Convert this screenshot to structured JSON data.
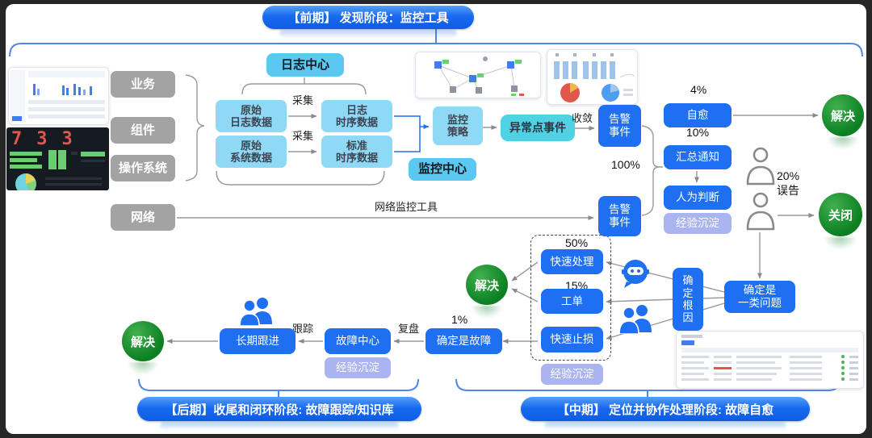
{
  "banners": {
    "top": "【前期】 发现阶段：监控工具",
    "bottom_left": "【后期】收尾和闭环阶段: 故障跟踪/知识库",
    "bottom_right": "【中期】 定位并协作处理阶段: 故障自愈"
  },
  "sources": {
    "business": "业务",
    "component": "组件",
    "os": "操作系统",
    "network": "网络"
  },
  "pipeline": {
    "log_center": "日志中心",
    "monitor_center": "监控中心",
    "raw_log": "原始\n日志数据",
    "raw_sys": "原始\n系统数据",
    "log_ts": "日志\n时序数据",
    "std_ts": "标准\n时序数据",
    "collect": "采集",
    "strategy": "监控\n策略",
    "anomaly": "异常点事件",
    "converge": "收敛",
    "alert_event": "告警\n事件",
    "network_tool": "网络监控工具"
  },
  "right_flow": {
    "pct100": "100%",
    "pct4": "4%",
    "self_heal": "自愈",
    "resolve": "解决",
    "pct10": "10%",
    "notify": "汇总通知",
    "judge": "人为判断",
    "experience": "经验沉淀",
    "pct20_false": "20%\n误告",
    "close": "关闭"
  },
  "mid_flow": {
    "class_problem": "确定是\n一类问题",
    "root_cause": "确\n定\n根\n因",
    "pct50": "50%",
    "quick_handle": "快速处理",
    "pct15": "15%",
    "ticket": "工单",
    "stop_loss": "快速止损",
    "experience": "经验沉淀",
    "resolve": "解决"
  },
  "bottom_flow": {
    "pct1": "1%",
    "confirm_fault": "确定是故障",
    "review": "复盘",
    "fault_center": "故障中心",
    "experience": "经验沉淀",
    "track": "跟踪",
    "follow_up": "长期跟进",
    "resolve": "解决"
  },
  "thumbnails": {
    "dark_numbers": [
      "7",
      "3",
      "3"
    ]
  },
  "colors": {
    "accent_blue": "#1f6ff2",
    "light_blue": "#8fd9f7",
    "cyan_label": "#5ac8f0",
    "turquoise": "#4fd2e4",
    "gray_box": "#a3a3a3",
    "purple": "#aab4f0",
    "green": "#0b7f22",
    "banner_blue": "#0d5ce4"
  }
}
